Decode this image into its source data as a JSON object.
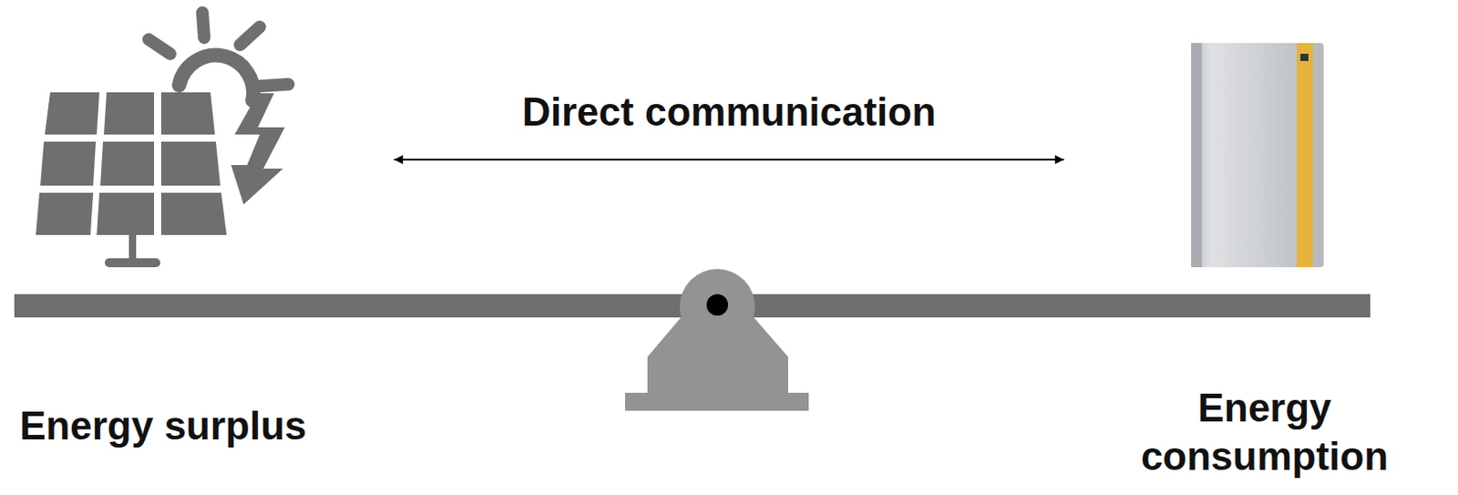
{
  "diagram": {
    "nodes": [
      {
        "text": [
          "Energy surplus"
        ]
      },
      {
        "text": [
          "Energy consumption"
        ]
      }
    ],
    "edges": [
      {
        "from": 0,
        "to": 1,
        "label": "Direct communication",
        "arrow": "both"
      }
    ]
  }
}
